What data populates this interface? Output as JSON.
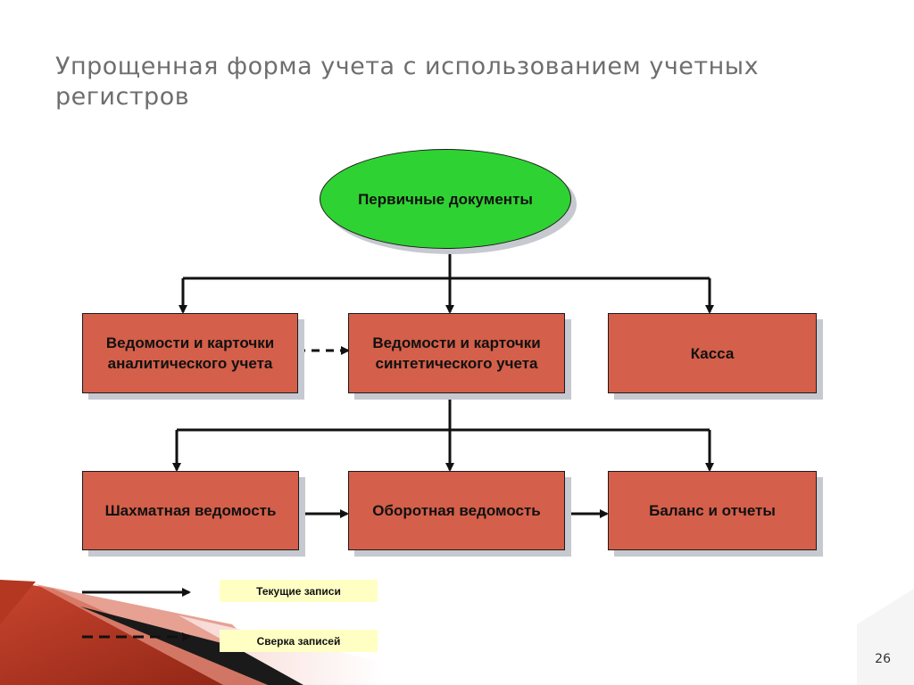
{
  "title": "Упрощенная форма учета с использованием учетных регистров",
  "nodes": {
    "primary_docs": "Первичные документы",
    "analytic": "Ведомости и карточки аналитического учета",
    "synthetic": "Ведомости и карточки синтетического учета",
    "cash": "Касса",
    "chess": "Шахматная ведомость",
    "turnover": "Оборотная ведомость",
    "balance": "Баланс и отчеты"
  },
  "legend": {
    "current": "Текущие записи",
    "reconcile": "Сверка записей"
  },
  "page_number": "26",
  "colors": {
    "box_fill": "#d45f4a",
    "ellipse_fill": "#2fd233",
    "legend_fill": "#ffffc4",
    "title": "#6e6e6e"
  }
}
